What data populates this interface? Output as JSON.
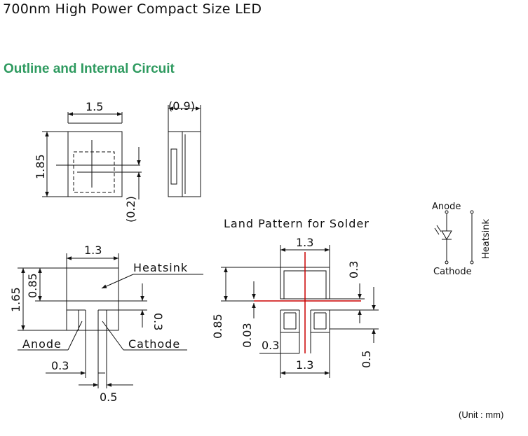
{
  "page": {
    "title": "700nm High Power Compact Size LED",
    "section_title": "Outline and Internal Circuit",
    "unit_note": "(Unit : mm)"
  },
  "top_view": {
    "width_dim": "1.5",
    "height_dim": "1.85",
    "offset_dim": "(0.2)"
  },
  "side_view": {
    "thickness_dim": "(0.9)"
  },
  "bottom_view": {
    "width_dim": "1.3",
    "height_dim": "1.65",
    "inner_height_dim": "0.85",
    "gap_dim": "0.3",
    "pad_gap_dim": "0.3",
    "pad_width_dim": "0.5",
    "heatsink_label": "Heatsink",
    "anode_label": "Anode",
    "cathode_label": "Cathode"
  },
  "land_pattern": {
    "title": "Land Pattern for Solder",
    "top_width_dim": "1.3",
    "bottom_width_dim": "1.3",
    "top_gap_dim": "0.3",
    "height_dim": "0.85",
    "small_gap_dim": "0.03",
    "pad_gap_dim": "0.3",
    "pad_dim": "0.5"
  },
  "circuit": {
    "anode_label": "Anode",
    "cathode_label": "Cathode",
    "heatsink_label": "Heatsink"
  }
}
